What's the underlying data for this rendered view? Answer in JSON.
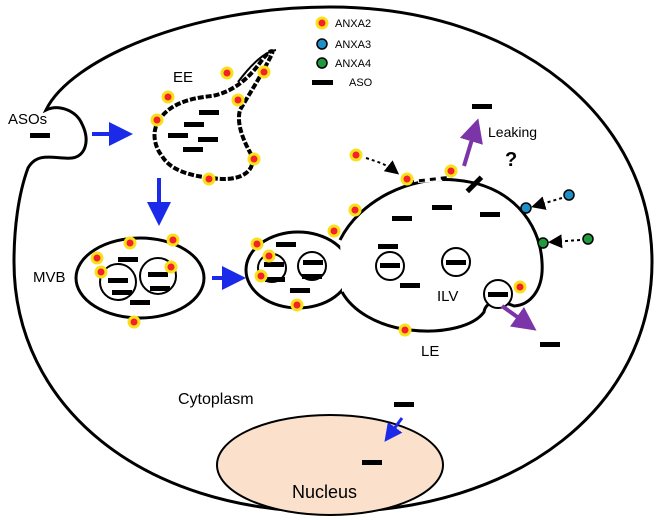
{
  "labels": {
    "ee": "EE",
    "asos": "ASOs",
    "mvb": "MVB",
    "le": "LE",
    "ilv": "ILV",
    "leaking": "Leaking",
    "question": "?",
    "cytoplasm": "Cytoplasm",
    "nucleus": "Nucleus"
  },
  "legend": [
    {
      "name": "ANXA2",
      "fill": "#f5202a",
      "ring": "#f7e21a",
      "kind": "dot"
    },
    {
      "name": "ANXA3",
      "fill": "#1f8fc8",
      "ring": "#1f8fc8",
      "kind": "dot"
    },
    {
      "name": "ANXA4",
      "fill": "#1f9a3c",
      "ring": "#1f9a3c",
      "kind": "dot"
    },
    {
      "name": "ASO",
      "kind": "bar"
    }
  ],
  "colors": {
    "anxa2_core": "#f5202a",
    "anxa2_ring": "#f7e21a",
    "anxa3": "#1f8fc8",
    "anxa4": "#1f9a3c",
    "flow_arrow": "#1a2ae8",
    "leak_arrow": "#7b35a8",
    "nucleus_fill": "#fbe1cc"
  }
}
